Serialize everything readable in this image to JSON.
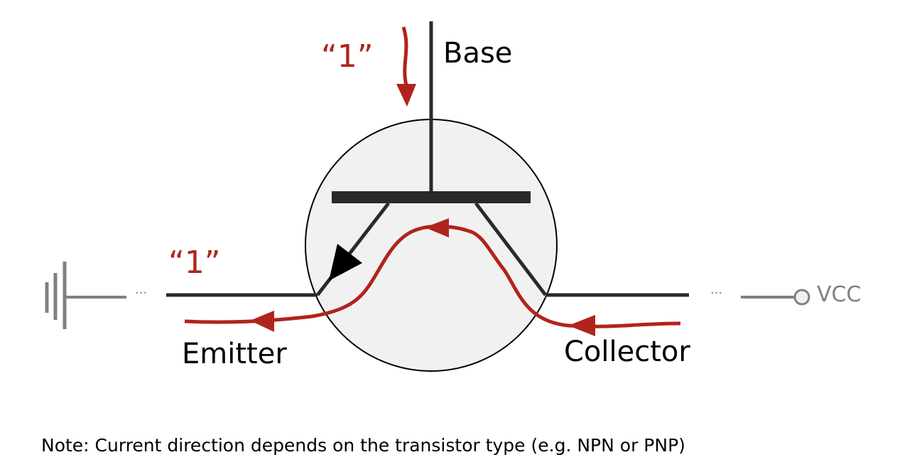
{
  "labels": {
    "base": "Base",
    "emitter": "Emitter",
    "collector": "Collector",
    "vcc": "VCC",
    "base_signal": "“1”",
    "emitter_signal": "“1”",
    "ellipsis_left": "···",
    "ellipsis_right": "···"
  },
  "note": "Note: Current direction depends on the transistor type (e.g. NPN or PNP)",
  "colors": {
    "current": "#b0241b",
    "wire": "#2a2a2a",
    "rail": "#808080",
    "body": "#f1f1f1"
  }
}
